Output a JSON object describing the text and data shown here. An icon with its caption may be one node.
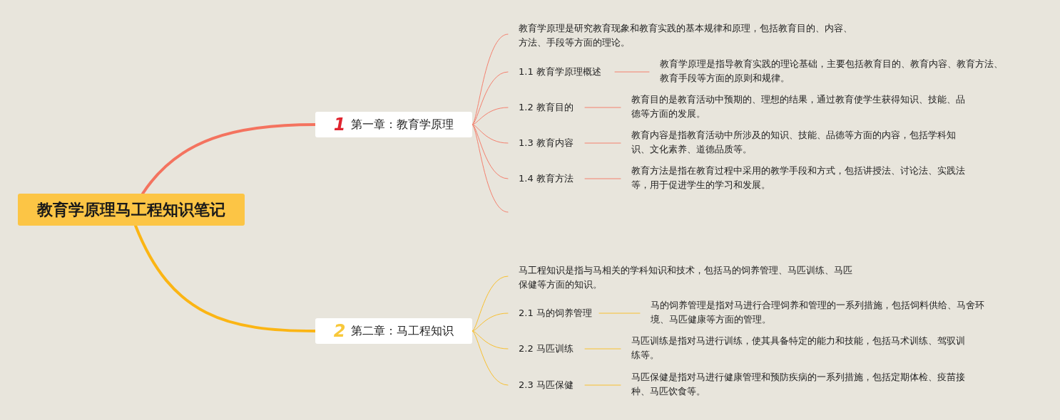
{
  "diagram": {
    "nodes": [
      {
        "text": [
          "教育学原理马工程知识笔记"
        ]
      },
      {
        "text": [
          "1",
          "第一章：教育学原理"
        ]
      },
      {
        "text": [
          "教育学原理是研究教育现象和教育实践的基本规律和原理，包括教育目的、内容、方法、手段等方面的理论。"
        ]
      },
      {
        "text": [
          "1.1 教育学原理概述"
        ]
      },
      {
        "text": [
          "教育学原理是指导教育实践的理论基础，主要包括教育目的、教育内容、教育方法、教育手段等方面的原则和规律。"
        ]
      },
      {
        "text": [
          "1.2 教育目的"
        ]
      },
      {
        "text": [
          "教育目的是教育活动中预期的、理想的结果，通过教育使学生获得知识、技能、品德等方面的发展。"
        ]
      },
      {
        "text": [
          "1.3 教育内容"
        ]
      },
      {
        "text": [
          "教育内容是指教育活动中所涉及的知识、技能、品德等方面的内容，包括学科知识、文化素养、道德品质等。"
        ]
      },
      {
        "text": [
          "1.4 教育方法"
        ]
      },
      {
        "text": [
          "教育方法是指在教育过程中采用的教学手段和方式，包括讲授法、讨论法、实践法等，用于促进学生的学习和发展。"
        ]
      },
      {
        "text": [
          "2",
          "第二章：马工程知识"
        ]
      },
      {
        "text": [
          "马工程知识是指与马相关的学科知识和技术，包括马的饲养管理、马匹训练、马匹保健等方面的知识。"
        ]
      },
      {
        "text": [
          "2.1 马的饲养管理"
        ]
      },
      {
        "text": [
          "马的饲养管理是指对马进行合理饲养和管理的一系列措施，包括饲料供给、马舍环境、马匹健康等方面的管理。"
        ]
      },
      {
        "text": [
          "2.2 马匹训练"
        ]
      },
      {
        "text": [
          "马匹训练是指对马进行训练，使其具备特定的能力和技能，包括马术训练、驾驭训练等。"
        ]
      },
      {
        "text": [
          "2.3 马匹保健"
        ]
      },
      {
        "text": [
          "马匹保健是指对马进行健康管理和预防疾病的一系列措施，包括定期体检、疫苗接种、马匹饮食等。"
        ]
      }
    ],
    "edges": [
      {
        "from": 0,
        "to": 1,
        "arrow": "none",
        "style": "thick",
        "color": "#f4735f"
      },
      {
        "from": 0,
        "to": 11,
        "arrow": "none",
        "style": "thick",
        "color": "#fbb514"
      },
      {
        "from": 1,
        "to": 2,
        "arrow": "none",
        "color": "#f4806e"
      },
      {
        "from": 1,
        "to": 3,
        "arrow": "none",
        "color": "#f4806e"
      },
      {
        "from": 1,
        "to": 5,
        "arrow": "none",
        "color": "#f4806e"
      },
      {
        "from": 1,
        "to": 7,
        "arrow": "none",
        "color": "#f4806e"
      },
      {
        "from": 1,
        "to": 9,
        "arrow": "none",
        "color": "#f4806e"
      },
      {
        "from": 1,
        "to": null,
        "arrow": "none",
        "color": "#f4806e"
      },
      {
        "from": 3,
        "to": 4,
        "arrow": "none",
        "color": "#f4806e"
      },
      {
        "from": 5,
        "to": 6,
        "arrow": "none",
        "color": "#f4806e"
      },
      {
        "from": 7,
        "to": 8,
        "arrow": "none",
        "color": "#f4806e"
      },
      {
        "from": 9,
        "to": 10,
        "arrow": "none",
        "color": "#f4806e"
      },
      {
        "from": 11,
        "to": 12,
        "arrow": "none",
        "color": "#f8c030"
      },
      {
        "from": 11,
        "to": 13,
        "arrow": "none",
        "color": "#f8c030"
      },
      {
        "from": 11,
        "to": 15,
        "arrow": "none",
        "color": "#f8c030"
      },
      {
        "from": 11,
        "to": 17,
        "arrow": "none",
        "color": "#f8c030"
      },
      {
        "from": 13,
        "to": 14,
        "arrow": "none",
        "color": "#f8c030"
      },
      {
        "from": 15,
        "to": 16,
        "arrow": "none",
        "color": "#f8c030"
      },
      {
        "from": 17,
        "to": 18,
        "arrow": "none",
        "color": "#f8c030"
      }
    ]
  }
}
